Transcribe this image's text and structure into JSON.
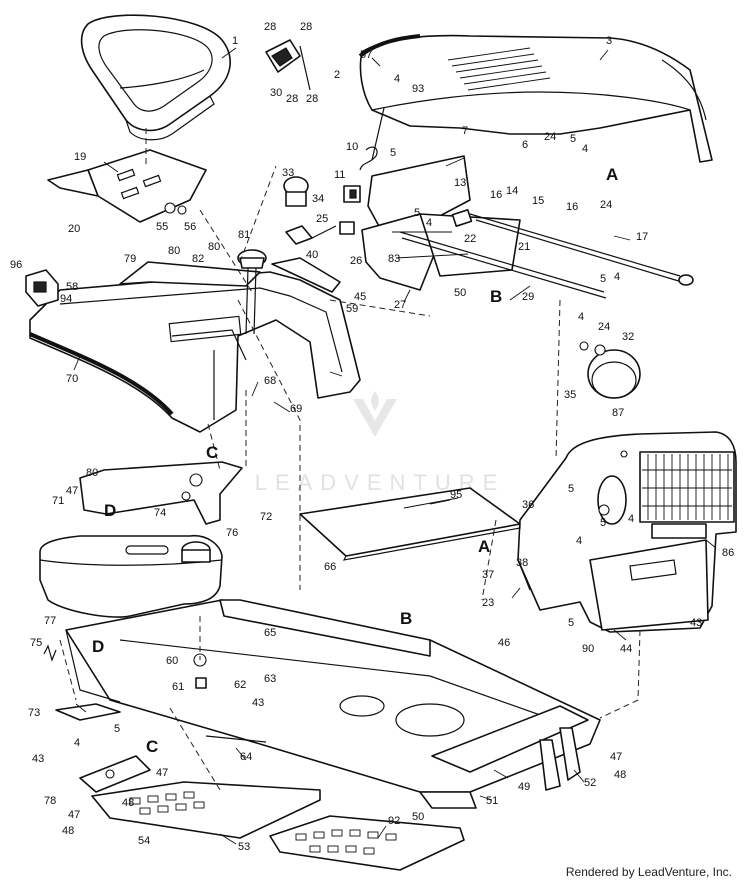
{
  "diagram": {
    "callouts": [
      "1",
      "3",
      "28",
      "28",
      "28",
      "28",
      "30",
      "57",
      "2",
      "4",
      "93",
      "10",
      "5",
      "7",
      "6",
      "24",
      "5",
      "4",
      "24",
      "15",
      "16",
      "19",
      "33",
      "34",
      "11",
      "13",
      "16",
      "14",
      "25",
      "26",
      "22",
      "21",
      "17",
      "20",
      "55",
      "56",
      "79",
      "80",
      "80",
      "81",
      "40",
      "5",
      "4",
      "83",
      "45",
      "59",
      "27",
      "50",
      "29",
      "5",
      "4",
      "96",
      "58",
      "94",
      "82",
      "4",
      "24",
      "32",
      "70",
      "68",
      "69",
      "35",
      "87",
      "80",
      "47",
      "71",
      "74",
      "72",
      "95",
      "36",
      "5",
      "5",
      "4",
      "76",
      "66",
      "38",
      "37",
      "86",
      "23",
      "4",
      "5",
      "43",
      "77",
      "65",
      "75",
      "60",
      "63",
      "61",
      "62",
      "43",
      "73",
      "46",
      "44",
      "90",
      "5",
      "4",
      "43",
      "64",
      "47",
      "48",
      "78",
      "47",
      "48",
      "54",
      "53",
      "50",
      "51",
      "49",
      "52",
      "47",
      "48",
      "92"
    ],
    "reference_letters": [
      "A",
      "A",
      "B",
      "B",
      "C",
      "C",
      "D",
      "D"
    ]
  },
  "watermark": "LEADVENTURE",
  "footer": "Rendered by LeadVenture, Inc."
}
